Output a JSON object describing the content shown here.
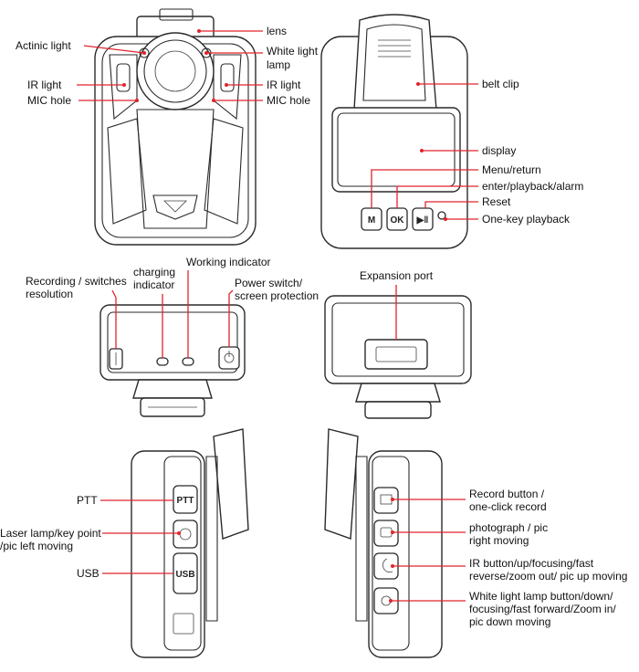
{
  "labels": {
    "lens": "lens",
    "actinic_light": "Actinic light",
    "white_light_lamp_1": "White light",
    "white_light_lamp_2": "lamp",
    "ir_light_left": "IR light",
    "ir_light_right": "IR light",
    "mic_hole_left": "MIC hole",
    "mic_hole_right": "MIC hole",
    "belt_clip": "belt clip",
    "display": "display",
    "menu_return": "Menu/return",
    "enter_playback_alarm": "enter/playback/alarm",
    "reset": "Reset",
    "one_key_playback": "One-key playback",
    "recording_switches_1": "Recording / switches",
    "recording_switches_2": "resolution",
    "charging_indicator_1": "charging",
    "charging_indicator_2": "indicator",
    "working_indicator": "Working indicator",
    "power_switch_1": "Power switch/",
    "power_switch_2": "screen protection",
    "expansion_port": "Expansion port",
    "ptt": "PTT",
    "laser_lamp_1": "Laser lamp/key point",
    "laser_lamp_2": "/pic left moving",
    "usb": "USB",
    "record_button_1": "Record button /",
    "record_button_2": "one-click record",
    "photograph_1": "photograph / pic",
    "photograph_2": "right moving",
    "ir_button_1": "IR button/up/focusing/fast",
    "ir_button_2": "reverse/zoom out/ pic up moving",
    "white_light_button_1": "White light lamp button/down/",
    "white_light_button_2": "focusing/fast forward/Zoom in/",
    "white_light_button_3": "pic down moving"
  },
  "buttons": {
    "menu": "M",
    "ok": "OK",
    "play": "▶‖",
    "ptt": "PTT",
    "usb": "USB"
  },
  "colors": {
    "leader": "#e0242c",
    "outline": "#2a2a2a"
  }
}
